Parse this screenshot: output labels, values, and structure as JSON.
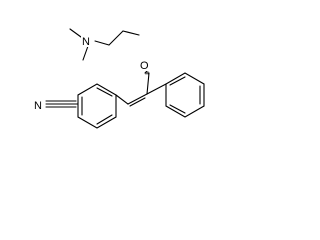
{
  "molecule": {
    "atoms": {
      "nitrogen_amine": "N",
      "oxygen_ether": "O",
      "nitrogen_nitrile": "N"
    },
    "bond_color": "#000000",
    "background": "#ffffff"
  }
}
